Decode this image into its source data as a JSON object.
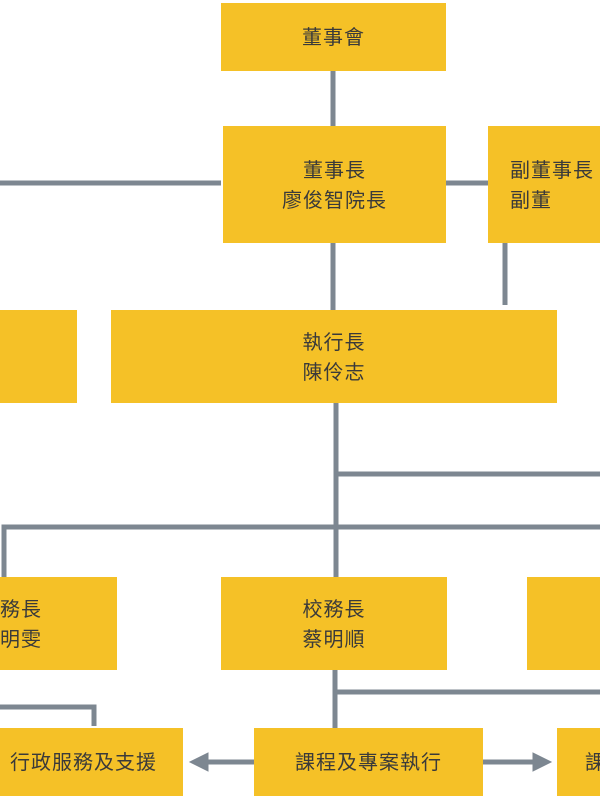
{
  "colors": {
    "box_fill": "#f5c127",
    "box_text": "#3a3a3a",
    "connector": "#7d8791"
  },
  "nodes": {
    "board": {
      "lines": [
        "董事會"
      ]
    },
    "chairman": {
      "lines": [
        "董事長",
        "廖俊智院長"
      ]
    },
    "vice_chairman": {
      "lines": [
        "副董事長",
        "副董"
      ]
    },
    "ceo": {
      "lines": [
        "執行長",
        "陳伶志"
      ]
    },
    "left_middle": {
      "lines": []
    },
    "affairs_director": {
      "lines": [
        "務長",
        "明雯"
      ]
    },
    "principal": {
      "lines": [
        "校務長",
        "蔡明順"
      ]
    },
    "right_director": {
      "lines": []
    },
    "admin_services": {
      "lines": [
        "行政服務及支援"
      ]
    },
    "course_projects": {
      "lines": [
        "課程及專案執行"
      ]
    },
    "right_bottom": {
      "lines": [
        "課"
      ]
    }
  }
}
